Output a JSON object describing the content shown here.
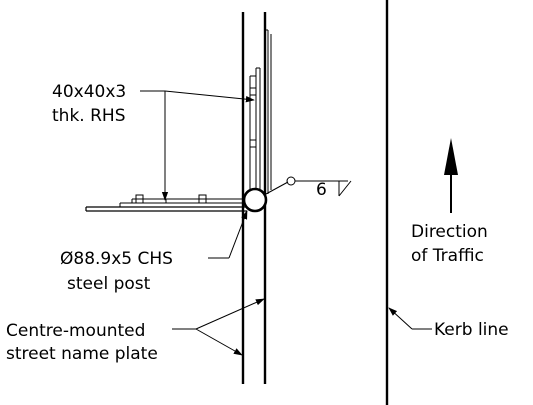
{
  "labels": {
    "rhs_line1": "40x40x3",
    "rhs_line2": "thk. RHS",
    "weld_size": "6",
    "chs_line1": "Ø88.9x5 CHS",
    "chs_line2": "steel post",
    "plate_line1": "Centre-mounted",
    "plate_line2": "street name plate",
    "direction_line1": "Direction",
    "direction_line2": "of Traffic",
    "kerb": "Kerb line"
  },
  "colors": {
    "ink": "#000000",
    "background": "#ffffff"
  }
}
